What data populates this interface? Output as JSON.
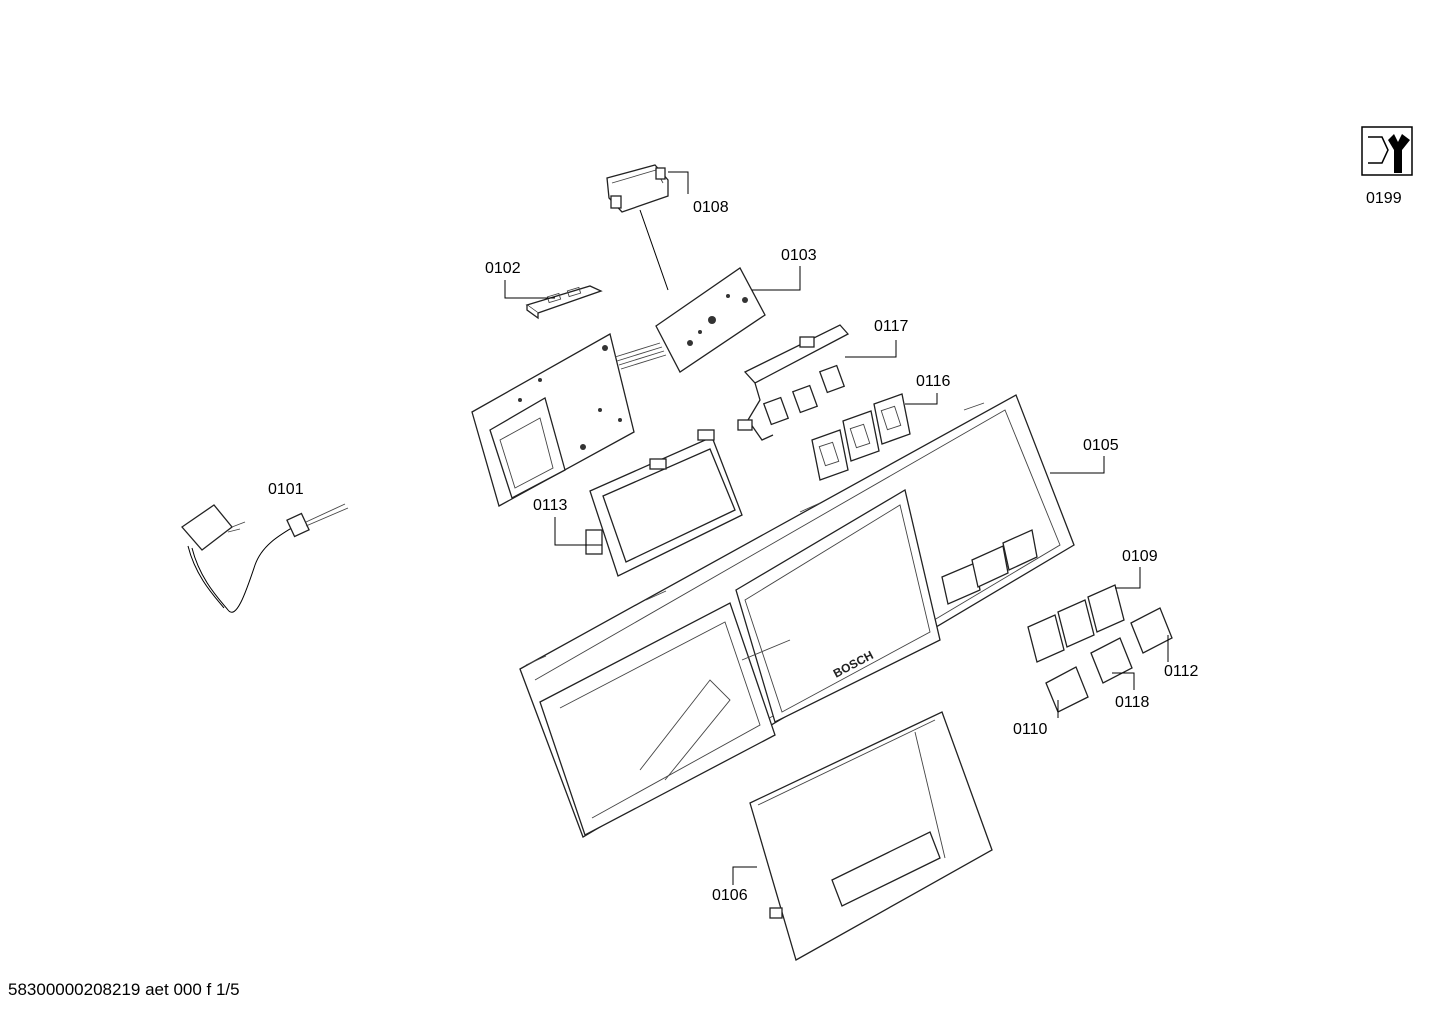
{
  "parts": [
    {
      "id": "0101"
    },
    {
      "id": "0102"
    },
    {
      "id": "0103"
    },
    {
      "id": "0105"
    },
    {
      "id": "0106"
    },
    {
      "id": "0108"
    },
    {
      "id": "0109"
    },
    {
      "id": "0110"
    },
    {
      "id": "0112"
    },
    {
      "id": "0113"
    },
    {
      "id": "0116"
    },
    {
      "id": "0117"
    },
    {
      "id": "0118"
    },
    {
      "id": "0199"
    }
  ],
  "brand_text": "BOSCH",
  "footer": "58300000208219 aet 000 f 1/5",
  "icons": {
    "tool": "wrench-nut-icon"
  }
}
